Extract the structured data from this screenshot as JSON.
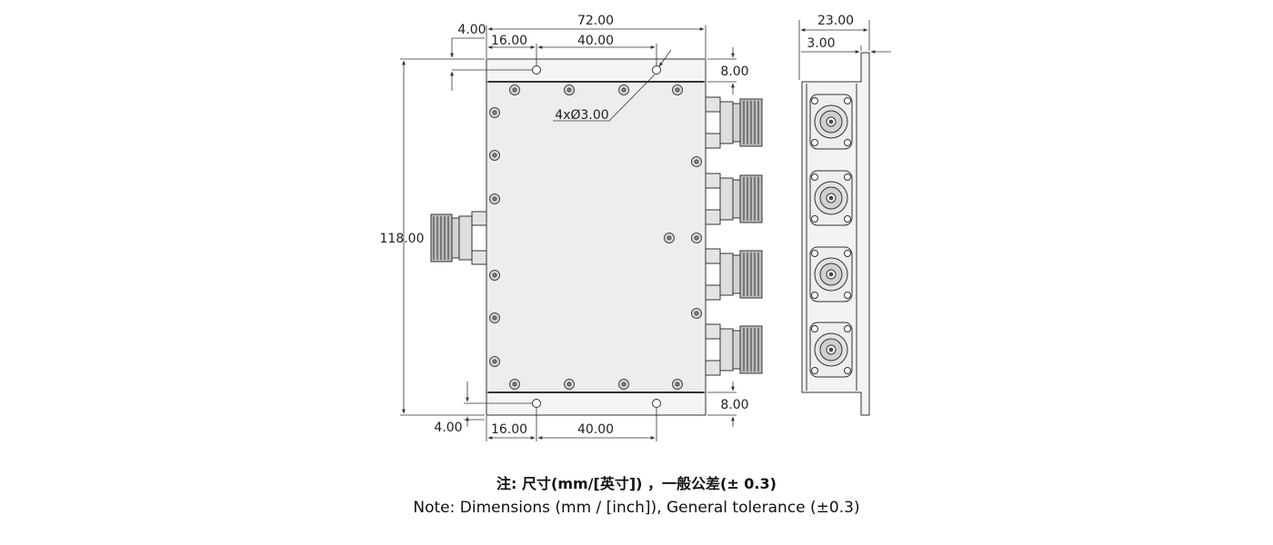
{
  "dimensions": {
    "total_width": "72.00",
    "left_offset": "4.00",
    "hole_x1_top": "16.00",
    "hole_spacing_top": "40.00",
    "hole_spec": "4xØ3.00",
    "flange_top": "8.00",
    "height": "118.00",
    "left_offset_bottom": "4.00",
    "hole_x1_bottom": "16.00",
    "hole_spacing_bottom": "40.00",
    "flange_bottom": "8.00",
    "side_depth": "23.00",
    "side_flange": "3.00"
  },
  "notes": {
    "zh": "注: 尺寸(mm/[英寸]) ，一般公差(± 0.3)",
    "en": "Note: Dimensions (mm / [inch]), General tolerance (±0.3)"
  },
  "colors": {
    "line": "#333333",
    "panel": "#f1f1f1",
    "body": "#ececec"
  }
}
